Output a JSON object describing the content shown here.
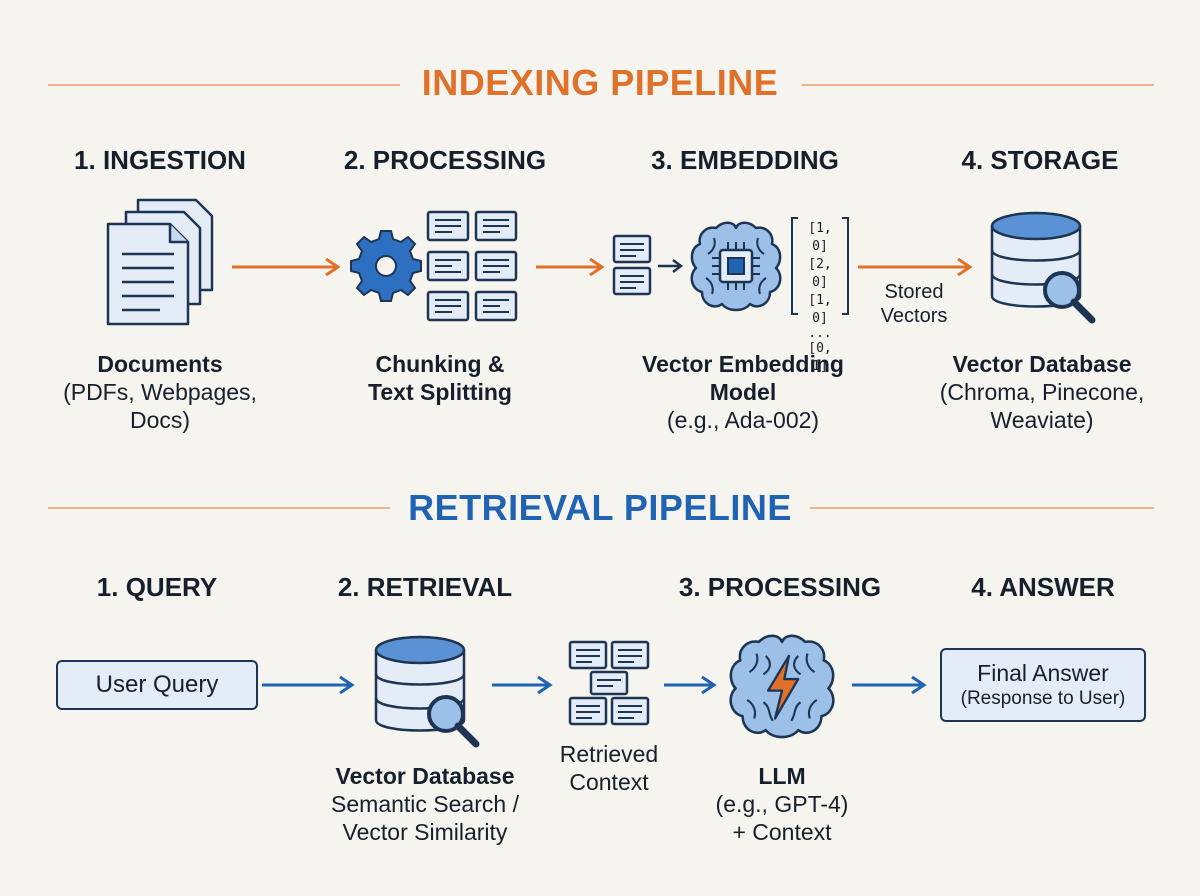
{
  "colors": {
    "orange": "#e0712a",
    "blue": "#1f63b2",
    "navy": "#1d3552",
    "fill": "#e4ecf8",
    "fillMid": "#7aa7dc",
    "background": "#f6f4ef"
  },
  "indexing": {
    "title": "INDEXING PIPELINE",
    "steps": [
      {
        "title": "1. INGESTION",
        "icon": "documents-icon",
        "caption_bold": "Documents",
        "caption_lines": [
          "(PDFs, Webpages,",
          "Docs)"
        ]
      },
      {
        "title": "2. PROCESSING",
        "icon": "gear-chunks-icon",
        "caption_bold_lines": [
          "Chunking &",
          "Text Splitting"
        ]
      },
      {
        "title": "3. EMBEDDING",
        "icon": "brain-chip-icon",
        "caption_bold_lines": [
          "Vector Embedding",
          "Model"
        ],
        "caption_lines": [
          "(e.g., Ada-002)"
        ]
      },
      {
        "title": "4. STORAGE",
        "icon": "database-search-icon",
        "caption_bold": "Vector Database",
        "caption_lines": [
          "(Chroma, Pinecone,",
          "Weaviate)"
        ]
      }
    ],
    "vectors": [
      "[1, 0]",
      "[2, 0]",
      "[1, 0]",
      "...",
      "[0, 1]"
    ],
    "stored_label_lines": [
      "Stored",
      "Vectors"
    ]
  },
  "retrieval": {
    "title": "RETRIEVAL PIPELINE",
    "steps": [
      {
        "title": "1. QUERY",
        "box_text": "User Query"
      },
      {
        "title": "2. RETRIEVAL",
        "icon": "database-search-icon",
        "caption_bold": "Vector Database",
        "caption_lines": [
          "Semantic Search /",
          "Vector Similarity"
        ]
      },
      {
        "title": "3. PROCESSING",
        "icon": "brain-lightning-icon",
        "caption_bold": "LLM",
        "caption_lines": [
          "(e.g., GPT-4)",
          "+ Context"
        ]
      },
      {
        "title": "4. ANSWER",
        "box_lines": [
          "Final Answer",
          "(Response to User)"
        ]
      }
    ],
    "context_label_lines": [
      "Retrieved",
      "Context"
    ]
  }
}
